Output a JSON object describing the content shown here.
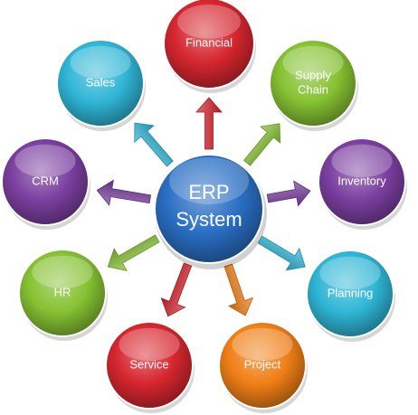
{
  "center": {
    "label_line1": "ERP",
    "label_line2": "System",
    "color": "#2a6fc4"
  },
  "modules": [
    {
      "id": "financial",
      "lines": [
        "Financial"
      ],
      "color": "#d6262f"
    },
    {
      "id": "supply-chain",
      "lines": [
        "Supply",
        "Chain"
      ],
      "color": "#86c232"
    },
    {
      "id": "inventory",
      "lines": [
        "Inventory"
      ],
      "color": "#7b3fa0"
    },
    {
      "id": "planning",
      "lines": [
        "Planning"
      ],
      "color": "#2fb6d6"
    },
    {
      "id": "project",
      "lines": [
        "Project"
      ],
      "color": "#f07f16"
    },
    {
      "id": "service",
      "lines": [
        "Service"
      ],
      "color": "#d6262f"
    },
    {
      "id": "hr",
      "lines": [
        "HR"
      ],
      "color": "#86c232"
    },
    {
      "id": "crm",
      "lines": [
        "CRM"
      ],
      "color": "#7b3fa0"
    },
    {
      "id": "sales",
      "lines": [
        "Sales"
      ],
      "color": "#2fb6d6"
    }
  ]
}
